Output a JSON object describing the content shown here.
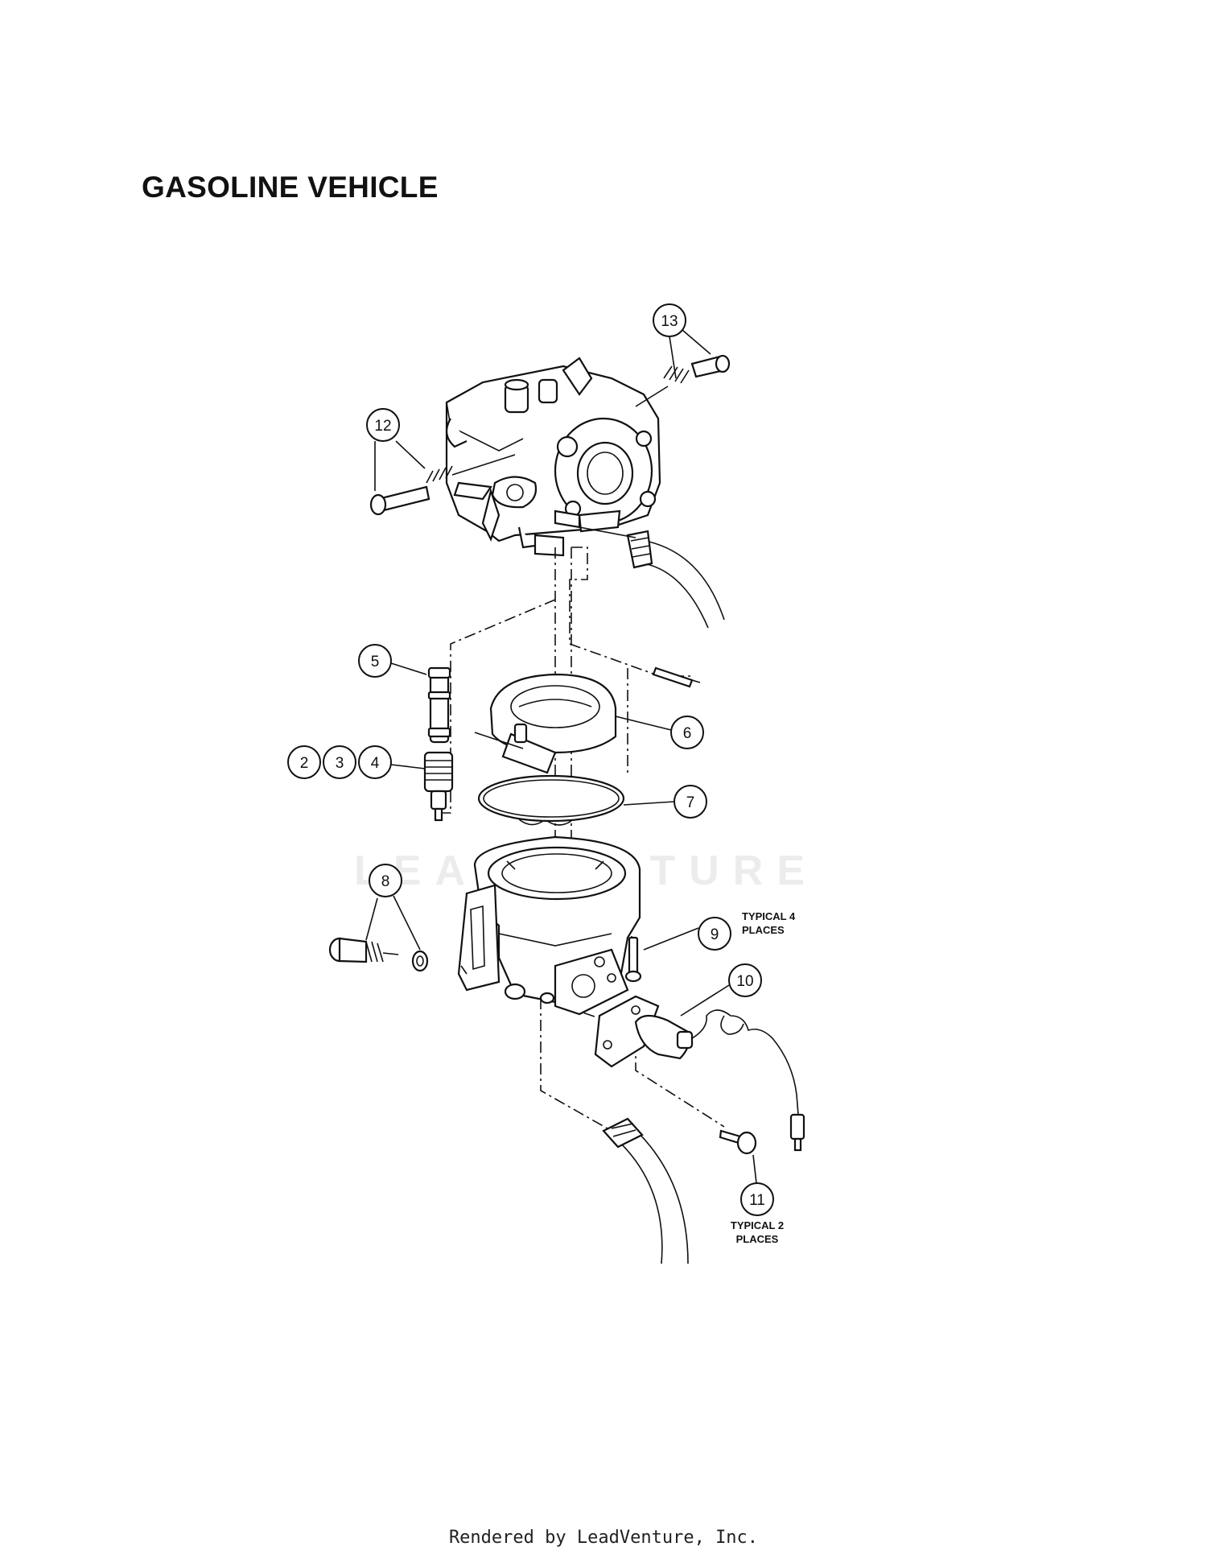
{
  "title": "GASOLINE VEHICLE",
  "watermark": "LEADVENTURE",
  "footer": "Rendered by LeadVenture, Inc.",
  "callouts": [
    {
      "id": "13",
      "label": "13"
    },
    {
      "id": "12",
      "label": "12"
    },
    {
      "id": "5",
      "label": "5"
    },
    {
      "id": "6",
      "label": "6"
    },
    {
      "id": "2",
      "label": "2"
    },
    {
      "id": "3",
      "label": "3"
    },
    {
      "id": "4",
      "label": "4"
    },
    {
      "id": "7",
      "label": "7"
    },
    {
      "id": "8",
      "label": "8"
    },
    {
      "id": "9",
      "label": "9"
    },
    {
      "id": "10",
      "label": "10"
    },
    {
      "id": "11",
      "label": "11"
    }
  ],
  "notes": {
    "n9_line1": "TYPICAL 4",
    "n9_line2": "PLACES",
    "n11_line1": "TYPICAL 2",
    "n11_line2": "PLACES"
  }
}
